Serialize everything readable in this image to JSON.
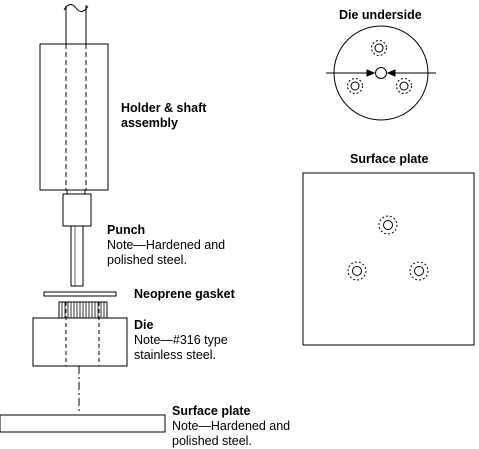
{
  "labels": {
    "holder": {
      "title_line1": "Holder & shaft",
      "title_line2": "assembly"
    },
    "punch": {
      "title": "Punch",
      "note_line1": "Note—Hardened and",
      "note_line2": "polished steel."
    },
    "gasket": {
      "title": "Neoprene gasket"
    },
    "die": {
      "title": "Die",
      "note_line1": "Note—#316 type",
      "note_line2": "stainless steel."
    },
    "surface_plate_side": {
      "title": "Surface plate",
      "note_line1": "Note—Hardened and",
      "note_line2": "polished steel."
    }
  },
  "views": {
    "die_underside": {
      "title": "Die underside"
    },
    "surface_plate_top": {
      "title": "Surface plate"
    }
  }
}
